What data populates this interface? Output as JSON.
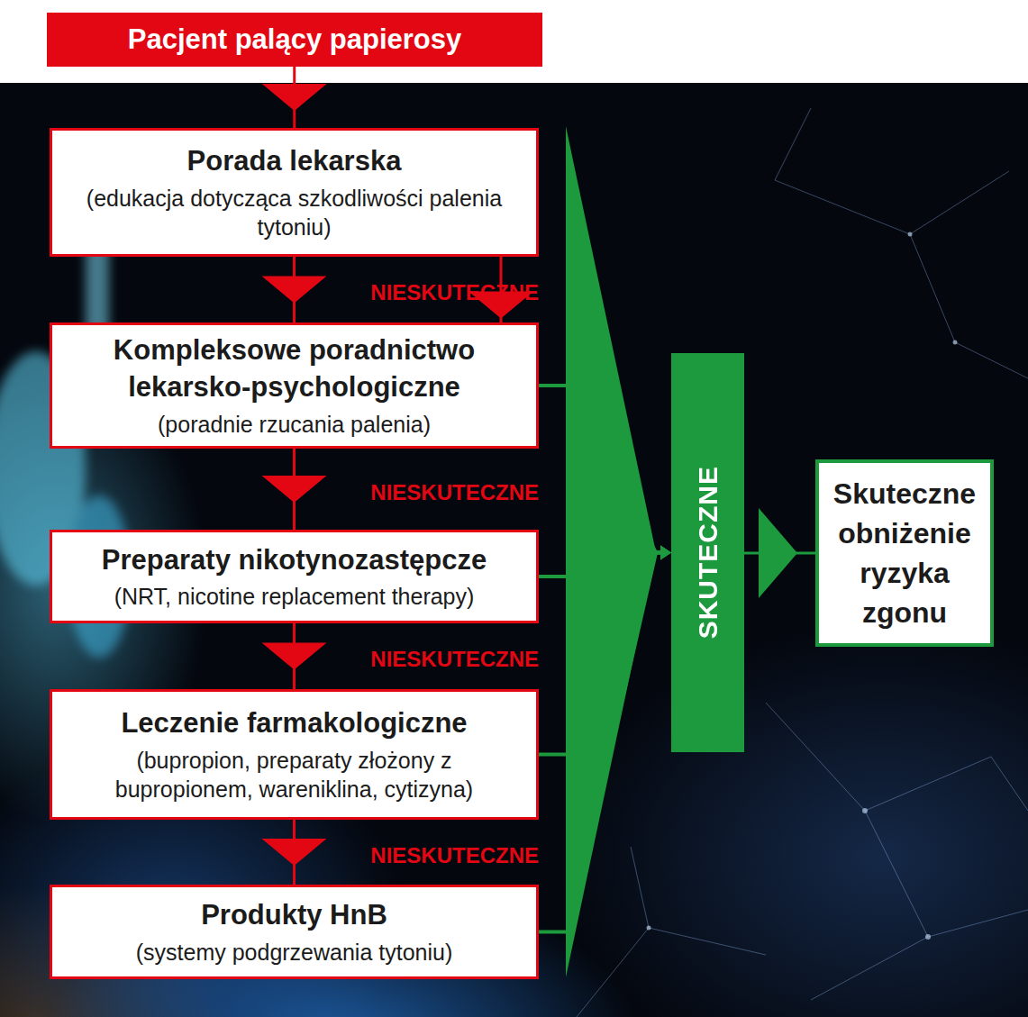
{
  "diagram": {
    "nodes": [
      {
        "text": [
          "Pacjent palący papierosy"
        ]
      },
      {
        "text": [
          "Porada lekarska",
          "(edukacja dotycząca szkodliwości palenia tytoniu)"
        ]
      },
      {
        "text": [
          "Kompleksowe poradnictwo lekarsko-psychologiczne",
          "(poradnie rzucania palenia)"
        ]
      },
      {
        "text": [
          "Preparaty nikotynozastępcze",
          "(NRT, nicotine replacement therapy)"
        ]
      },
      {
        "text": [
          "Leczenie farmakologiczne",
          "(bupropion, preparaty złożony z bupropionem, wareniklina, cytizyna)"
        ]
      },
      {
        "text": [
          "Produkty HnB",
          "(systemy podgrzewania tytoniu)"
        ]
      },
      {
        "text": [
          "SKUTECZNE"
        ]
      },
      {
        "text": [
          "Skuteczne obniżenie ryzyka zgonu"
        ]
      }
    ],
    "edges": [
      {
        "from": 0,
        "to": 1,
        "arrow": "to"
      },
      {
        "from": 1,
        "to": 2,
        "label": "NIESKUTECZNE",
        "arrow": "to"
      },
      {
        "from": 2,
        "to": 3,
        "label": "NIESKUTECZNE",
        "arrow": "to"
      },
      {
        "from": 3,
        "to": 4,
        "label": "NIESKUTECZNE",
        "arrow": "to"
      },
      {
        "from": 4,
        "to": 5,
        "label": "NIESKUTECZNE",
        "arrow": "to"
      },
      {
        "from": 1,
        "to": 6,
        "arrow": "to"
      },
      {
        "from": 2,
        "to": 6,
        "arrow": "to"
      },
      {
        "from": 3,
        "to": 6,
        "arrow": "to"
      },
      {
        "from": 4,
        "to": 6,
        "arrow": "to"
      },
      {
        "from": 5,
        "to": 6,
        "arrow": "to"
      },
      {
        "from": 6,
        "to": 7,
        "arrow": "to"
      }
    ]
  }
}
